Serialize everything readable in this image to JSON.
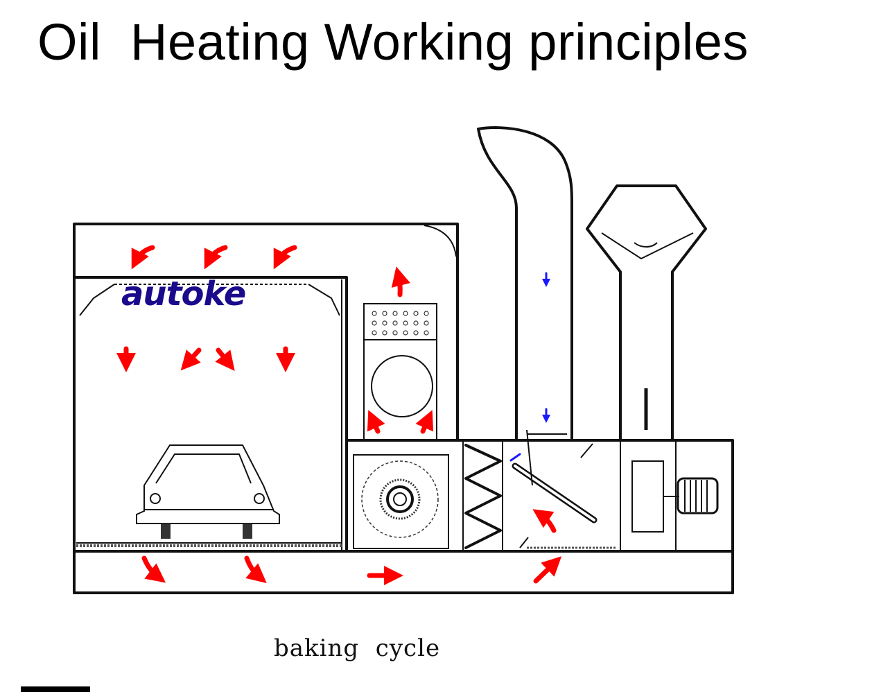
{
  "title": "Oil  Heating Working principles",
  "caption": "baking  cycle",
  "logo": {
    "text": "autoke"
  },
  "colors": {
    "airflow": "#ff0000",
    "fresh_air": "#1a1aff",
    "logo": "#1a0a8c",
    "line": "#111111"
  }
}
